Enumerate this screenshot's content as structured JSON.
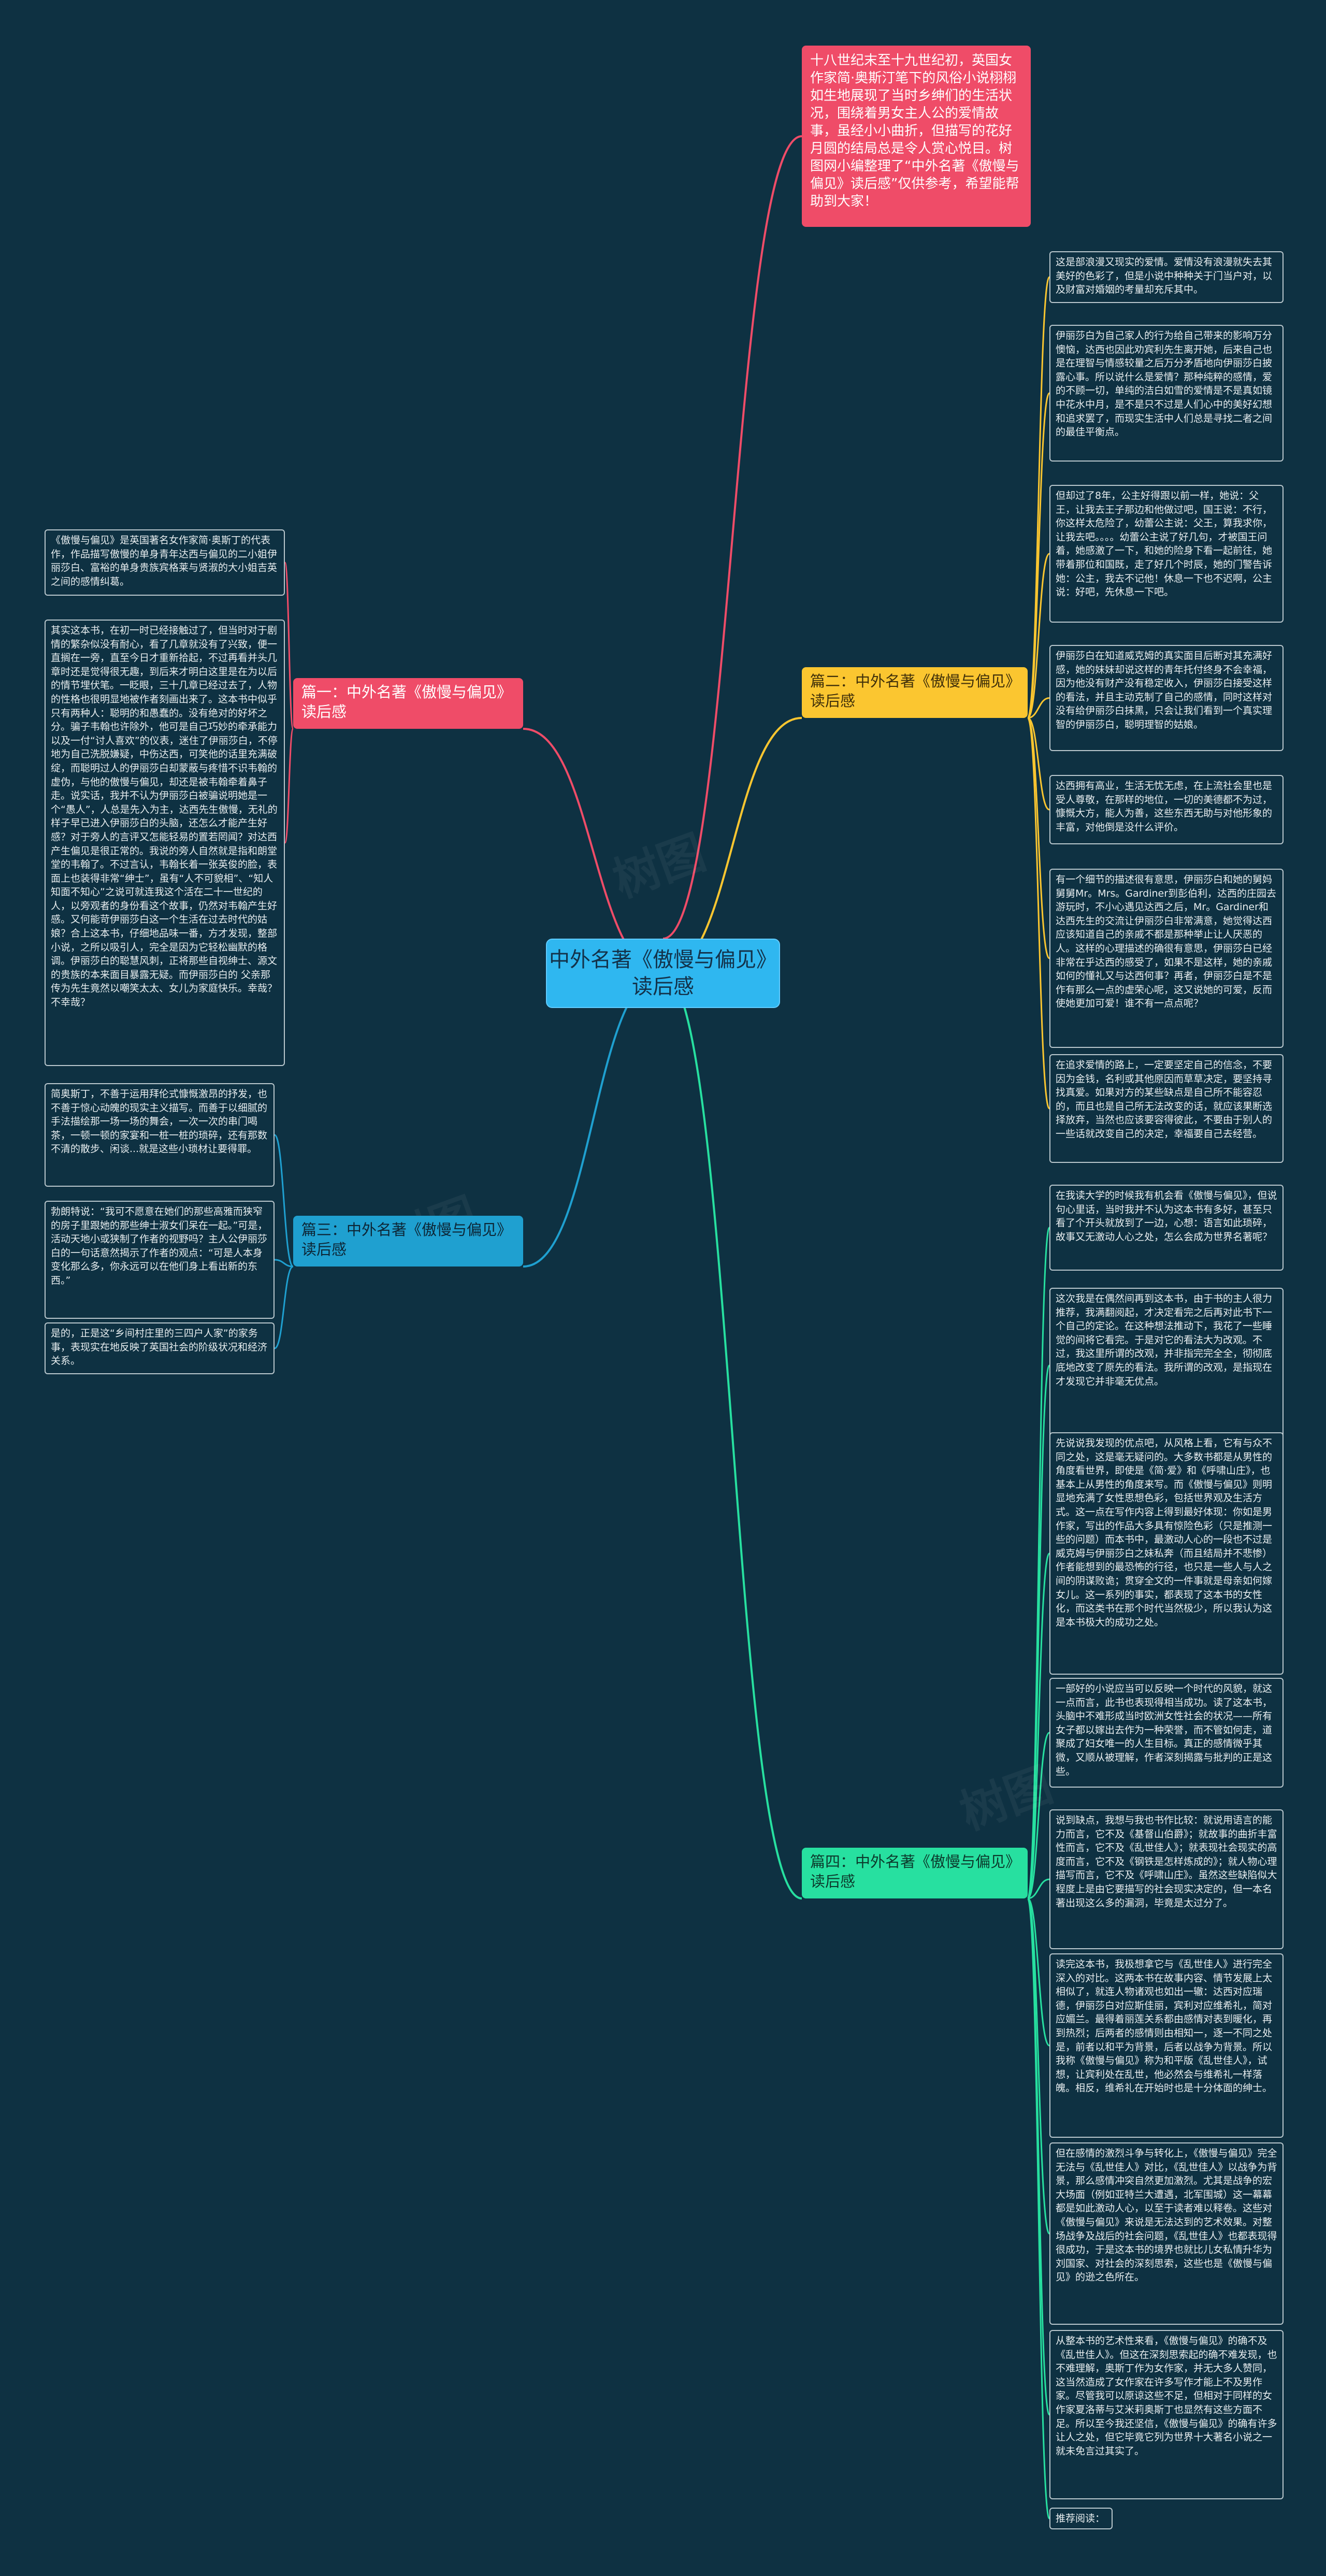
{
  "colors": {
    "background": "#0e3142",
    "root": "#2fb7f0",
    "branch1": "#ef4c68",
    "branch2": "#fbc630",
    "branch3": "#1fa0d0",
    "branch4": "#27e0a0"
  },
  "root": {
    "label": "中外名著《傲慢与偏见》读后感"
  },
  "intro": {
    "text": "十八世纪末至十九世纪初，英国女作家简·奥斯汀笔下的风俗小说栩栩如生地展现了当时乡绅们的生活状况，围绕着男女主人公的爱情故事，虽经小小曲折，但描写的花好月圆的结局总是令人赏心悦目。树图网小编整理了“中外名著《傲慢与偏见》读后感”仅供参考，希望能帮助到大家！"
  },
  "branches": [
    {
      "label": "篇一：中外名著《傲慢与偏见》读后感",
      "leaves": [
        "《傲慢与偏见》是英国著名女作家简·奥斯丁的代表作，作品描写傲慢的单身青年达西与偏见的二小姐伊丽莎白、富裕的单身贵族宾格莱与贤淑的大小姐吉英之间的感情纠葛。",
        "其实这本书，在初一时已经接触过了，但当时对于剧情的繁杂似没有耐心，看了几章就没有了兴致，便一直搁在一旁，直至今日才重新拾起，不过再看并头几章时还是觉得很无趣，到后来才明白这里是在为以后的情节埋伏笔。一眨眼，三十几章已经过去了，人物的性格也很明显地被作者刻画出来了。这本书中似乎只有两种人：聪明的和愚蠢的。没有绝对的好坏之分。骗子韦翰也许除外，他可是自己巧妙的牵承能力以及一付“讨人喜欢”的仪表，迷住了伊丽莎白，不停地为自己洗脱嫌疑，中伤达西，可笑他的话里充满破绽，而聪明过人的伊丽莎白却蒙蔽与疼惜不识韦翰的虚伪，与他的傲慢与偏见，却还是被韦翰牵着鼻子走。说实话，我并不认为伊丽莎白被骗说明她是一个“愚人”，人总是先入为主，达西先生傲慢，无礼的样子早已进入伊丽莎白的头脑，还怎么才能产生好感？对于旁人的言评又怎能轻易的置若罔闻？对达西产生偏见是很正常的。我说的旁人自然就是指和朗堂堂的韦翰了。不过言认，韦翰长着一张英俊的脸，表面上也装得非常“绅士”，虽有“人不可貌相”、“知人知面不知心”之说可就连我这个活在二十一世纪的人，以旁观者的身份看这个故事，仍然对韦翰产生好感。又何能苛伊丽莎白这一个生活在过去时代的姑娘？合上这本书，仔细地品味一番，方才发现，整部小说，之所以吸引人，完全是因为它轻松幽默的格调。伊丽莎白的聪慧风刺，正将那些自视绅士、源文的贵族的本来面目暴露无疑。而伊丽莎白的 父亲那传为先生竟然以嘲笑太太、女儿为家庭快乐。幸哉？不幸哉？"
      ]
    },
    {
      "label": "篇二：中外名著《傲慢与偏见》读后感",
      "leaves": [
        "这是部浪漫又现实的爱情。爱情没有浪漫就失去其美好的色彩了，但是小说中种种关于门当户对，以及财富对婚姻的考量却充斥其中。",
        "伊丽莎白为自己家人的行为给自己带来的影响万分懊恼，达西也因此劝宾利先生离开她，后来自己也是在理智与情感较量之后万分矛盾地向伊丽莎白披露心事。所以说什么是爱情？那种纯粹的感情，爱的不顾一切，单纯的洁白如雪的爱情是不是真如镜中花水中月，是不是只不过是人们心中的美好幻想和追求罢了，而现实生活中人们总是寻找二者之间的最佳平衡点。",
        "但却过了8年，公主好得跟以前一样，她说：父王，让我去王子那边和他做过吧，国王说：不行，你这样太危险了，幼蕾公主说：父王，算我求你，让我去吧。。。。幼蕾公主说了好几句，才被国王问着，她感激了一下，和她的险身下看一起前往，她带着那位和国既，走了好几个时辰，她的门警告诉她：公主，我去不记他！休息一下也不迟啊，公主说：好吧，先休息一下吧。",
        "伊丽莎白在知道威克姆的真实面目后断对其充满好感，她的妹妹却说这样的青年托付终身不会幸福，因为他没有财产没有稳定收入，伊丽莎白接受这样的看法，并且主动克制了自己的感情，同时这样对没有给伊丽莎白抹黑，只会让我们看到一个真实理智的伊丽莎白，聪明理智的姑娘。",
        "达西拥有高业，生活无忧无虑，在上流社会里也是受人尊敬，在那样的地位，一切的美德都不为过，慷慨大方，能人为善，这些东西无助与对他形象的丰富，对他倒是没什么评价。",
        "有一个细节的描述很有意思，伊丽莎白和她的舅妈舅舅Mr。Mrs。Gardiner到彭伯利，达西的庄园去游玩时，不小心遇见达西之后，Mr。Gardiner和达西先生的交流让伊丽莎白非常满意，她觉得达西应该知道自己的亲戚不都是那种举止让人厌恶的人。这样的心理描述的确很有意思，伊丽莎白已经非常在乎达西的感受了，如果不是这样，她的亲戚如何的懂礼又与达西何事？再者，伊丽莎白是不是作有那么一点的虚荣心呢，这又说她的可爱，反而使她更加可爱！谁不有一点点呢？",
        "在追求爱情的路上，一定要坚定自己的信念，不要因为金钱，名利或其他原因而草草决定，要坚持寻找真爱。如果对方的某些缺点是自己所不能容忍的，而且也是自己所无法改变的话，就应该果断选择放弃，当然也应该要容得彼此，不要由于别人的一些话就改变自己的决定，幸福要自己去经营。"
      ]
    },
    {
      "label": "篇三：中外名著《傲慢与偏见》读后感",
      "leaves": [
        "简奥斯丁，不善于运用拜伦式慷慨激昂的抒发，也不善于惊心动魄的现实主义描写。而善于以细腻的手法描绘那一场一场的舞会，一次一次的串门喝茶，一顿一顿的家宴和一桩一桩的琐碎，还有那数不清的散步、闲谈...就是这些小琐材让要得罪。",
        "勃朗特说：“我可不愿意在她们的那些高雅而狭窄的房子里跟她的那些绅士淑女们呆在一起。”可是，活动天地小或狭制了作者的视野吗？主人公伊丽莎白的一句话意然揭示了作者的观点：“可是人本身变化那么多，你永远可以在他们身上看出新的东西。”",
        "是的，正是这“乡间村庄里的三四户人家”的家务事，表现实在地反映了英国社会的阶级状况和经济关系。"
      ]
    },
    {
      "label": "篇四：中外名著《傲慢与偏见》读后感",
      "leaves": [
        "在我读大学的时候我有机会看《傲慢与偏见》，但说句心里话，当时我并不认为这本书有多好，甚至只看了个开头就放到了一边，心想：语言如此琐碎，故事又无激动人心之处，怎么会成为世界名著呢？",
        "这次我是在偶然间再到这本书，由于书的主人很力推荐，我满翻阅起，才决定看完之后再对此书下一个自己的定论。在这种想法推动下，我花了一些睡觉的间将它看完。于是对它的看法大为改观。不过，我这里所谓的改观，并非指完完全全，彻彻底底地改变了原先的看法。我所谓的改观，是指现在才发现它并非毫无优点。",
        "先说说我发现的优点吧，从风格上看，它有与众不同之处，这是毫无疑问的。大多数书都是从男性的角度看世界，即使是《简·爱》和《呼啸山庄》，也基本上从男性的角度来写。而《傲慢与偏见》则明显地充满了女性思想色彩，包括世界观及生活方式。这一点在写作内容上得到最好体现：你如是男作家，写出的作品大多具有惊险色彩（只是推测一些的问题）而本书中，最激动人心的一段也不过是威克姆与伊丽莎白之妹私奔（而且结局并不悲惨）作者能想到的最恐怖的行径，也只是一些人与人之间的阴谋败诡；贯穿全文的一件事就是母亲如何嫁女儿。这一系列的事实，都表现了这本书的女性化，而这类书在那个时代当然极少，所以我认为这是本书极大的成功之处。",
        "一部好的小说应当可以反映一个时代的风貌，就这一点而言，此书也表现得相当成功。读了这本书，头脑中不难形成当时欧洲女性社会的状况——所有女子都以嫁出去作为一种荣誉，而不管如何走，道聚成了妇女唯一的人生目标。真正的感情微乎其微，又顺从被理解，作者深刻揭露与批判的正是这些。",
        "说到缺点，我想与我也书作比较：就说用语言的能力而言，它不及《基督山伯爵》；就故事的曲折丰富性而言，它不及《乱世佳人》；就表现社会现实的高度而言，它不及《钢铁是怎样炼成的》；就人物心理描写而言，它不及《呼啸山庄》。虽然这些缺陷似大程度上是由它要描写的社会现实决定的，但一本名著出现这么多的漏洞，毕竟是太过分了。",
        "读完这本书，我极想拿它与《乱世佳人》进行完全深入的对比。这两本书在故事内容、情节发展上太相似了，就连人物诸观也如出一辙：达西对应瑞德，伊丽莎白对应斯佳丽，宾利对应维希礼，简对应媚兰。最得着丽莲关系都由感情对表到暖化，再到热烈；后两者的感情则由相知一，逐一不同之处是，前者以和平为背景，后者以战争为背景。所以我称《傲慢与偏见》称为和平版《乱世佳人》，试想，让宾利处在乱世，他必然会与维希礼一样落魄。相反，维希礼在开始时也是十分体面的绅士。",
        "但在感情的激烈斗争与转化上，《傲慢与偏见》完全无法与《乱世佳人》对比，《乱世佳人》以战争为背景，那么感情冲突自然更加激烈。尤其是战争的宏大场面（例如亚特兰大遭遇，北军围城）这一幕幕都是如此激动人心，以至于读者难以释卷。这些对《傲慢与偏见》来说是无法达到的艺术效果。对整场战争及战后的社会问题，《乱世佳人》也都表现得很成功，于是这本书的境界也就比儿女私情升华为刘国家、对社会的深刻思索，这些也是《傲慢与偏见》的逊之色所在。",
        "从整本书的艺术性来看，《傲慢与偏见》的确不及《乱世佳人》。但这在深刻思索起的确不难发现，也不难理解，奥斯丁作为女作家，并无大多人赞同，这当然造成了女作家在许多写作才能上不及男作家。尽管我可以原谅这些不足，但相对于同样的女作家夏洛蒂与艾米莉奥斯丁也显然有这些方面不足。所以至今我还坚信，《傲慢与偏见》的确有许多让人之处，但它毕竟它列为世界十大著名小说之一就未免言过其实了。",
        "推荐阅读："
      ]
    }
  ]
}
